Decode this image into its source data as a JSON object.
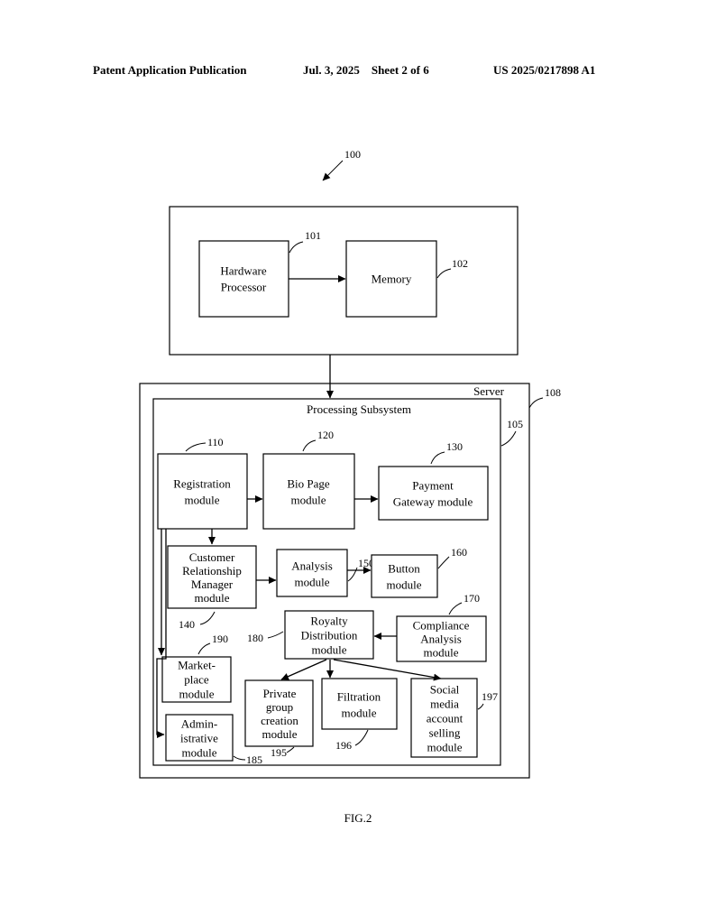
{
  "header": {
    "left": "Patent Application Publication",
    "middle": "Jul. 3, 2025    Sheet 2 of 6",
    "right": "US 2025/0217898 A1"
  },
  "figure": {
    "label": "FIG.2",
    "system_ref": "100",
    "computer": {
      "processor": {
        "lines": [
          "Hardware",
          "Processor"
        ],
        "ref": "101"
      },
      "memory": {
        "lines": [
          "Memory"
        ],
        "ref": "102"
      }
    },
    "server": {
      "label": "Server",
      "ref": "108"
    },
    "processing_subsystem": {
      "label": "Processing Subsystem",
      "ref": "105"
    },
    "modules": {
      "registration": {
        "lines": [
          "Registration",
          "module"
        ],
        "ref": "110"
      },
      "bio_page": {
        "lines": [
          "Bio Page",
          "module"
        ],
        "ref": "120"
      },
      "payment_gateway": {
        "lines": [
          "Payment",
          "Gateway module"
        ],
        "ref": "130"
      },
      "crm": {
        "lines": [
          "Customer",
          "Relationship",
          "Manager",
          "module"
        ],
        "ref": "140"
      },
      "analysis": {
        "lines": [
          "Analysis",
          "module"
        ],
        "ref": "150"
      },
      "button": {
        "lines": [
          "Button",
          "module"
        ],
        "ref": "160"
      },
      "compliance": {
        "lines": [
          "Compliance",
          "Analysis",
          "module"
        ],
        "ref": "170"
      },
      "royalty": {
        "lines": [
          "Royalty",
          "Distribution",
          "module"
        ],
        "ref": "180"
      },
      "marketplace": {
        "lines": [
          "Market-",
          "place",
          "module"
        ],
        "ref": "190"
      },
      "administrative": {
        "lines": [
          "Admin-",
          "istrative",
          "module"
        ],
        "ref": "185"
      },
      "private_group": {
        "lines": [
          "Private",
          "group",
          "creation",
          "module"
        ],
        "ref": "195"
      },
      "filtration": {
        "lines": [
          "Filtration",
          "module"
        ],
        "ref": "196"
      },
      "social_media": {
        "lines": [
          "Social",
          "media",
          "account",
          "selling",
          "module"
        ],
        "ref": "197"
      }
    }
  }
}
